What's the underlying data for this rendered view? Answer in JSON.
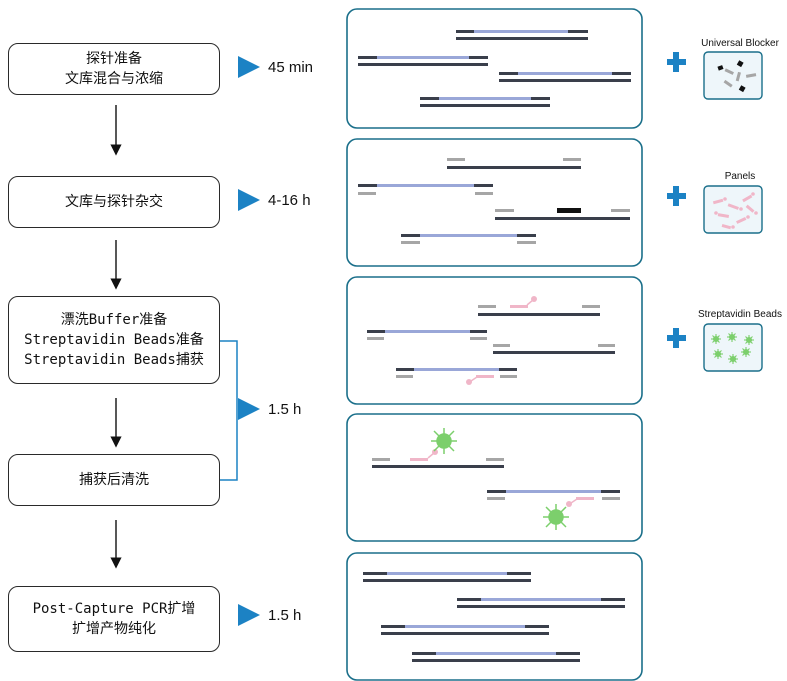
{
  "steps": [
    {
      "lines": [
        "探针准备",
        "文库混合与浓缩"
      ]
    },
    {
      "lines": [
        "文库与探针杂交"
      ]
    },
    {
      "lines": [
        "漂洗Buffer准备",
        "Streptavidin Beads准备",
        "Streptavidin Beads捕获"
      ]
    },
    {
      "lines": [
        "捕获后清洗"
      ]
    },
    {
      "lines": [
        "Post-Capture PCR扩增",
        "扩增产物纯化"
      ]
    }
  ],
  "durations": [
    "45 min",
    "4-16 h",
    "1.5 h",
    "1.5 h"
  ],
  "reagents": [
    "Universal Blocker",
    "Panels",
    "Streptavidin Beads"
  ],
  "colors": {
    "panel_border": "#1a6f8a",
    "accent_blue": "#1c82c4",
    "strand_dark": "#3a3f4b",
    "strand_light": "#9aa7d8",
    "adapter_gray": "#a6a6a6",
    "probe_pink": "#f0b6c8",
    "bead_green": "#7ccf6c"
  }
}
